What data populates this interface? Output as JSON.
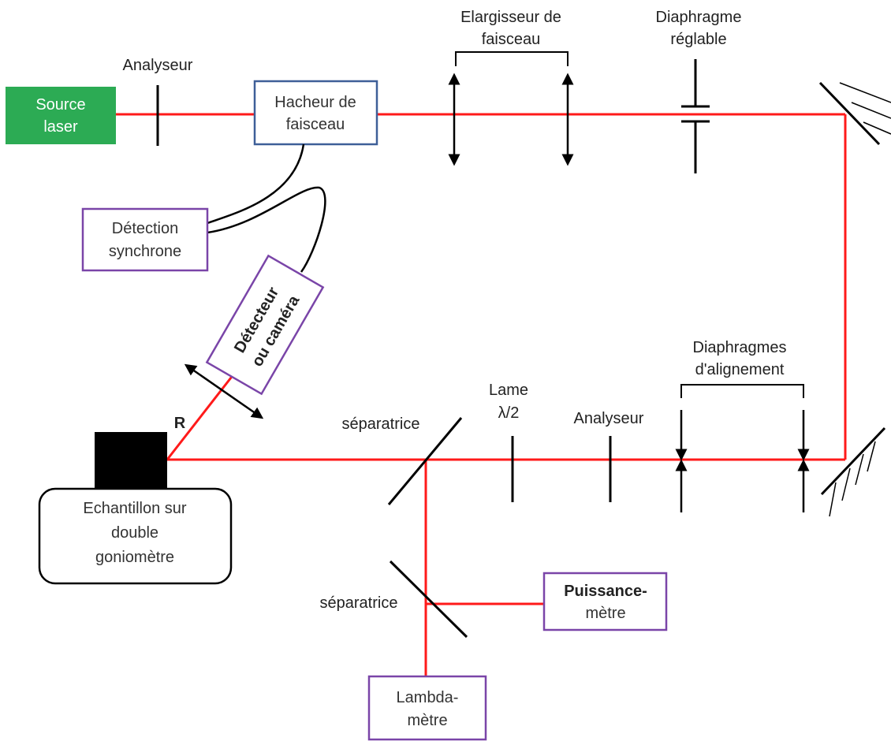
{
  "colors": {
    "beam": "#ff1a1a",
    "laser_box": "#2cab54",
    "chopper_border": "#3e5f98",
    "instrument_border": "#7a45a8",
    "sample": "#000000"
  },
  "labels": {
    "source_laser": [
      "Source",
      "laser"
    ],
    "analyseur_top": "Analyseur",
    "hacheur": [
      "Hacheur de",
      "faisceau"
    ],
    "elargisseur": [
      "Elargisseur de",
      "faisceau"
    ],
    "diaphragme_reglable": [
      "Diaphragme",
      "réglable"
    ],
    "detection": [
      "Détection",
      "synchrone"
    ],
    "detecteur": [
      "Détecteur",
      "ou caméra"
    ],
    "r_marker": "R",
    "echantillon": [
      "Echantillon sur",
      "double",
      "goniomètre"
    ],
    "separatrice_1": "séparatrice",
    "lame": [
      "Lame",
      "λ/2"
    ],
    "analyseur_bottom": "Analyseur",
    "diaphragmes_alignement": [
      "Diaphragmes",
      "d'alignement"
    ],
    "separatrice_2": "séparatrice",
    "puissance": [
      "Puissance-",
      "mètre"
    ],
    "lambda": [
      "Lambda-",
      "mètre"
    ]
  }
}
